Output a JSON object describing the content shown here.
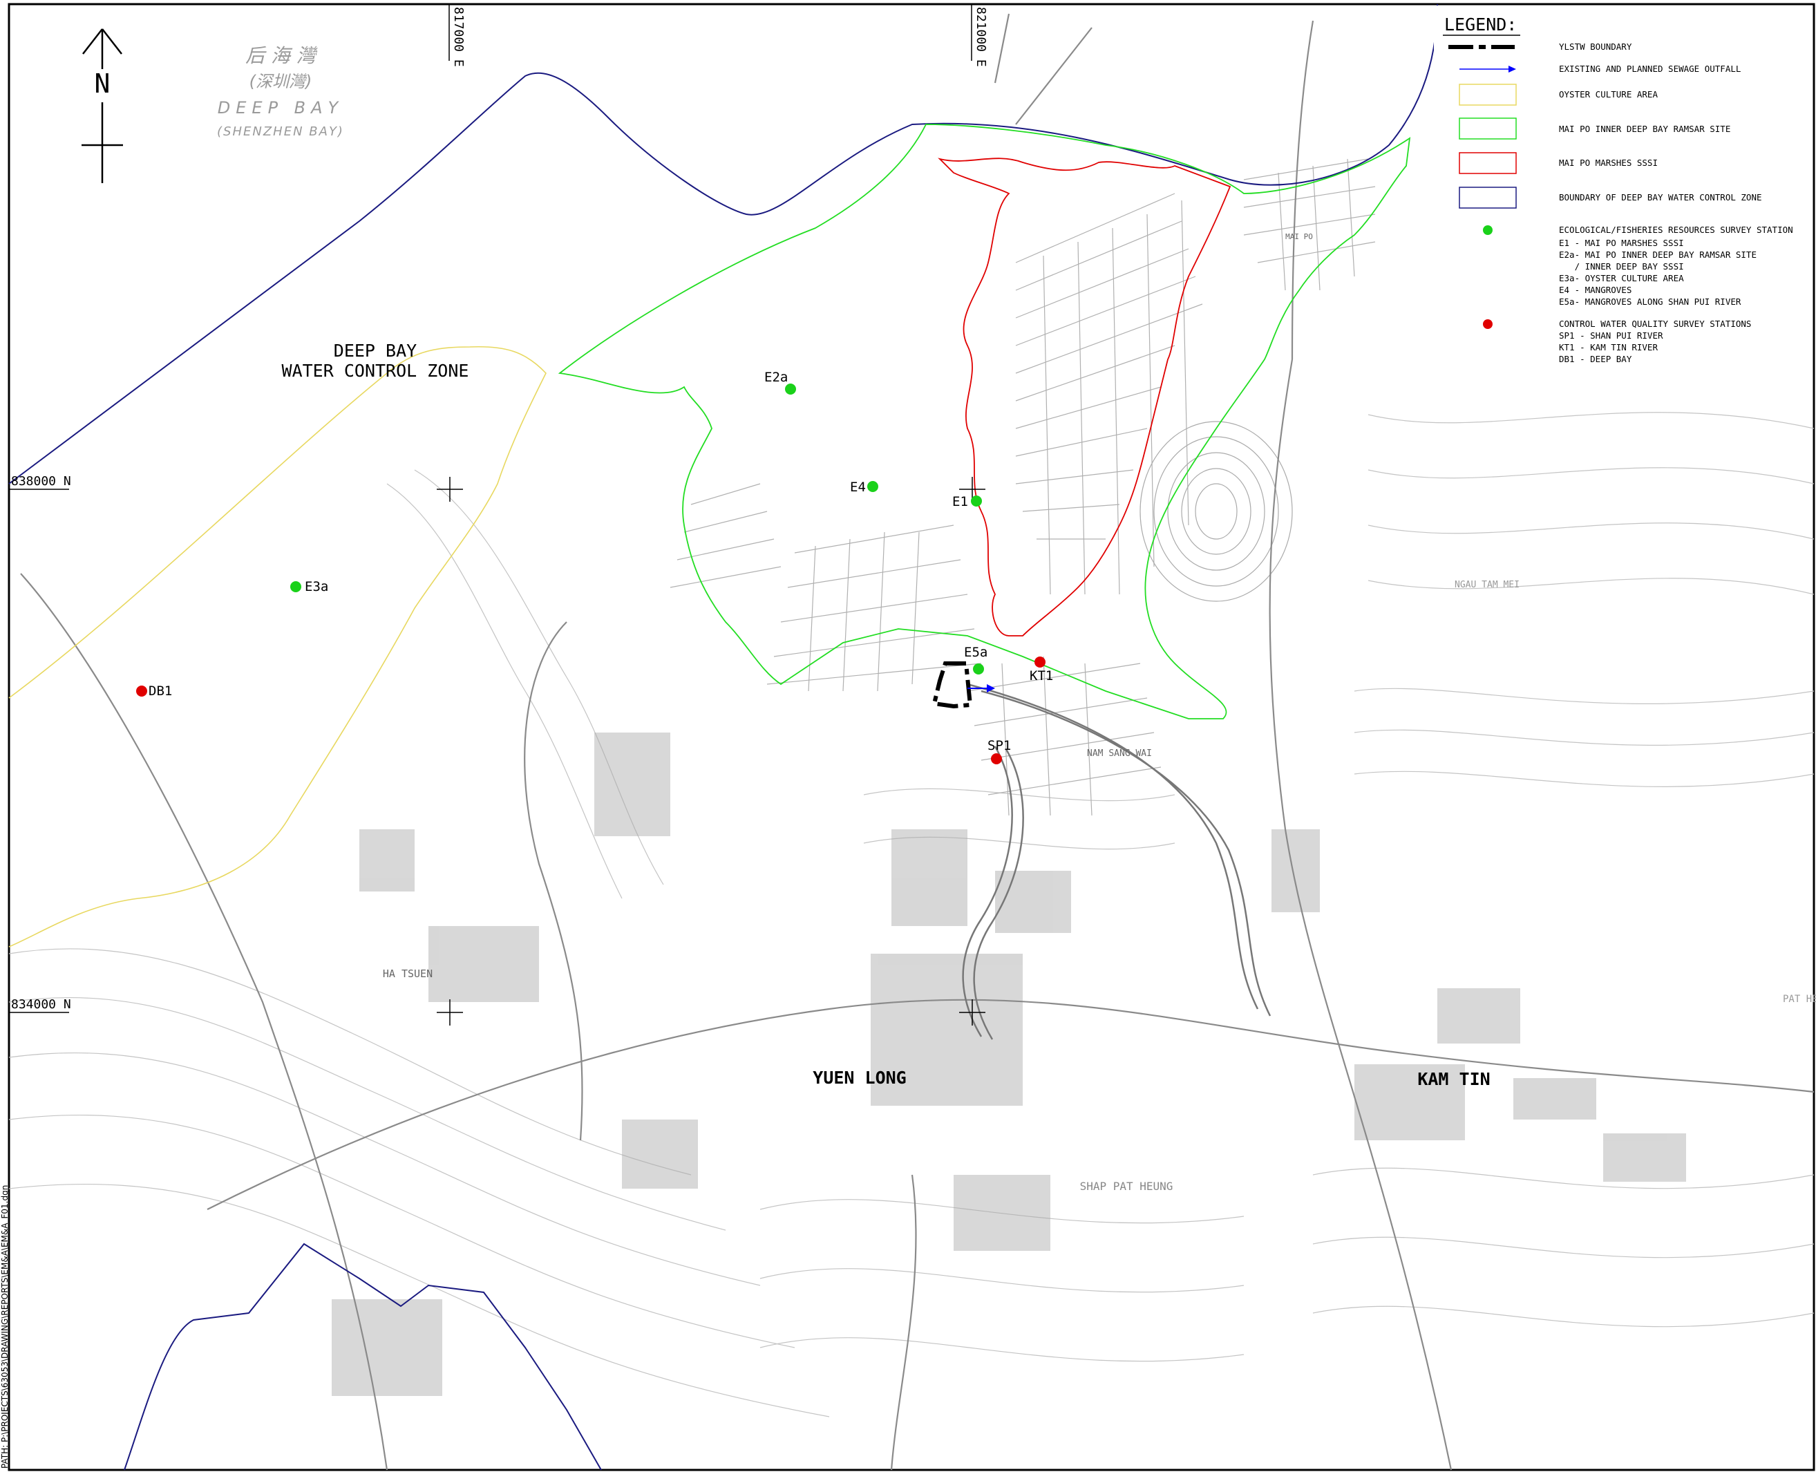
{
  "north_arrow": {
    "label": "N"
  },
  "sea_labels": {
    "chinese_name": "后 海 灣",
    "chinese_alt": "(深圳灣)",
    "english_name": "DEEP BAY",
    "english_alt": "(SHENZHEN BAY)"
  },
  "grid_labels": {
    "e817": "817000 E",
    "e821": "821000 E",
    "n838": "838000 N",
    "n834": "834000 N"
  },
  "zone_label": {
    "line1": "DEEP BAY",
    "line2": "WATER CONTROL ZONE"
  },
  "stations": {
    "E2a": "E2a",
    "E4": "E4",
    "E1": "E1",
    "E3a": "E3a",
    "E5a": "E5a",
    "KT1": "KT1",
    "SP1": "SP1",
    "DB1": "DB1"
  },
  "places": {
    "yuen_long": "YUEN LONG",
    "kam_tin": "KAM TIN",
    "ha_tsuen": "HA TSUEN",
    "nam_sang_wai": "NAM SANG WAI",
    "mai_po": "MAI PO",
    "shap_pat_heung": "SHAP PAT HEUNG",
    "ngau_tam_mei": "NGAU TAM MEI",
    "pat_heung": "PAT HE"
  },
  "path_text": "PATH: P:\\PROJECTS\\63053\\DRAWING\\REPORTS\\EM&A\\EM&A_F01.dgn",
  "colors": {
    "ylstw_boundary": "#000000",
    "outfall": "#0000ff",
    "oyster": "#e8d860",
    "ramsar": "#22dd22",
    "sssi": "#e00000",
    "water_control": "#1a1a80",
    "eco_station": "#1ad11a",
    "wq_station": "#e00000"
  },
  "legend": {
    "title": "LEGEND:",
    "items": [
      {
        "key": "ylstw",
        "label": "YLSTW BOUNDARY"
      },
      {
        "key": "outfall",
        "label": "EXISTING AND PLANNED SEWAGE OUTFALL"
      },
      {
        "key": "oyster",
        "label": "OYSTER CULTURE AREA"
      },
      {
        "key": "ramsar",
        "label": "MAI PO INNER DEEP BAY RAMSAR SITE"
      },
      {
        "key": "sssi",
        "label": "MAI PO MARSHES SSSI"
      },
      {
        "key": "wcz",
        "label": "BOUNDARY OF DEEP BAY WATER CONTROL ZONE"
      }
    ],
    "eco": {
      "title": "ECOLOGICAL/FISHERIES RESOURCES SURVEY STATION",
      "lines": [
        "E1 - MAI PO MARSHES SSSI",
        "E2a- MAI PO INNER DEEP BAY RAMSAR SITE",
        "   / INNER DEEP BAY SSSI",
        "E3a- OYSTER CULTURE AREA",
        "E4 - MANGROVES",
        "E5a- MANGROVES ALONG SHAN PUI RIVER"
      ]
    },
    "wq": {
      "title": "CONTROL WATER QUALITY SURVEY STATIONS",
      "lines": [
        "SP1 - SHAN PUI RIVER",
        "KT1 - KAM TIN RIVER",
        "DB1 - DEEP BAY"
      ]
    }
  }
}
